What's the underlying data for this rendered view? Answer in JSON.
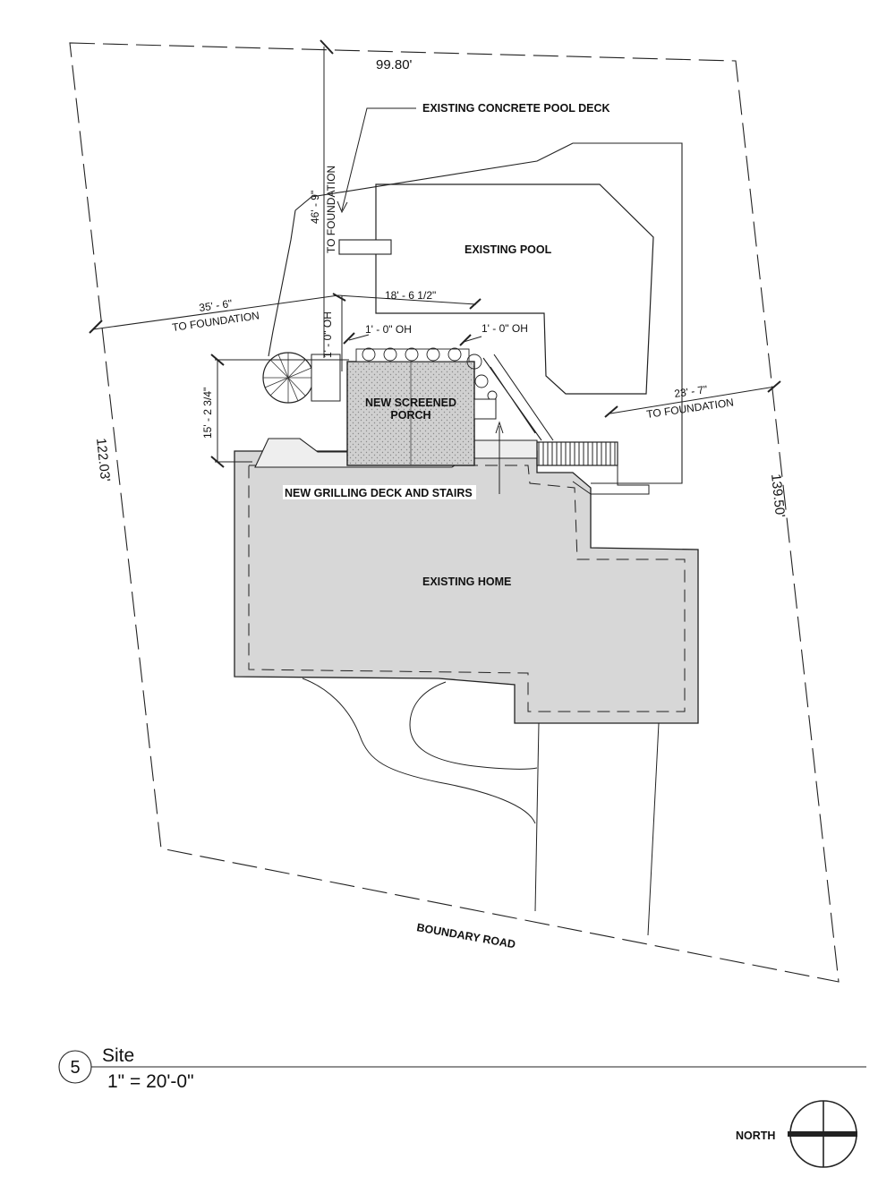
{
  "plan": {
    "boundary": {
      "top": "99.80'",
      "left": "122.03'",
      "right": "139.50'",
      "road": "BOUNDARY ROAD"
    },
    "labels": {
      "pool_deck": "EXISTING CONCRETE POOL DECK",
      "pool": "EXISTING POOL",
      "porch_line1": "NEW SCREENED",
      "porch_line2": "PORCH",
      "grilling_deck": "NEW GRILLING DECK AND STAIRS",
      "home": "EXISTING HOME"
    },
    "dimensions": {
      "rear_distance": "46' - 9\"",
      "rear_to": "TO FOUNDATION",
      "left_distance": "35' - 6\"",
      "left_to": "TO FOUNDATION",
      "right_distance": "23' - 7\"",
      "right_to": "TO FOUNDATION",
      "porch_width": "18' - 6 1/2\"",
      "porch_depth": "15' - 2 3/4\"",
      "overhang_left": "1' - 0\" OH",
      "overhang_left_vertical": "1' - 0\" OH",
      "overhang_right": "1' - 0\" OH"
    }
  },
  "title_block": {
    "number": "5",
    "title": "Site",
    "scale": "1\" = 20'-0\""
  },
  "north_arrow": {
    "label": "NORTH",
    "icon": "north-arrow-icon"
  },
  "colors": {
    "home_fill": "#d7d7d7",
    "porch_fill": "#cfcfcf",
    "line": "#1a1a1a"
  }
}
